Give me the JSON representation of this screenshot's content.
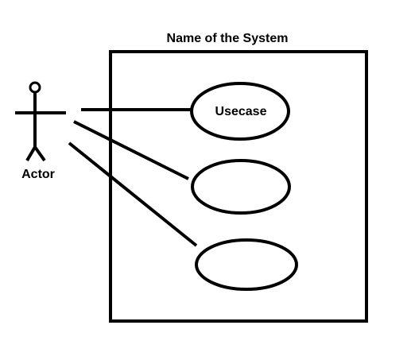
{
  "diagram": {
    "system": {
      "title": "Name of the System"
    },
    "actor": {
      "label": "Actor"
    },
    "usecases": [
      {
        "label": "Usecase"
      },
      {
        "label": ""
      },
      {
        "label": ""
      }
    ],
    "colors": {
      "background": "#ffffff",
      "ink": "#000000"
    }
  }
}
